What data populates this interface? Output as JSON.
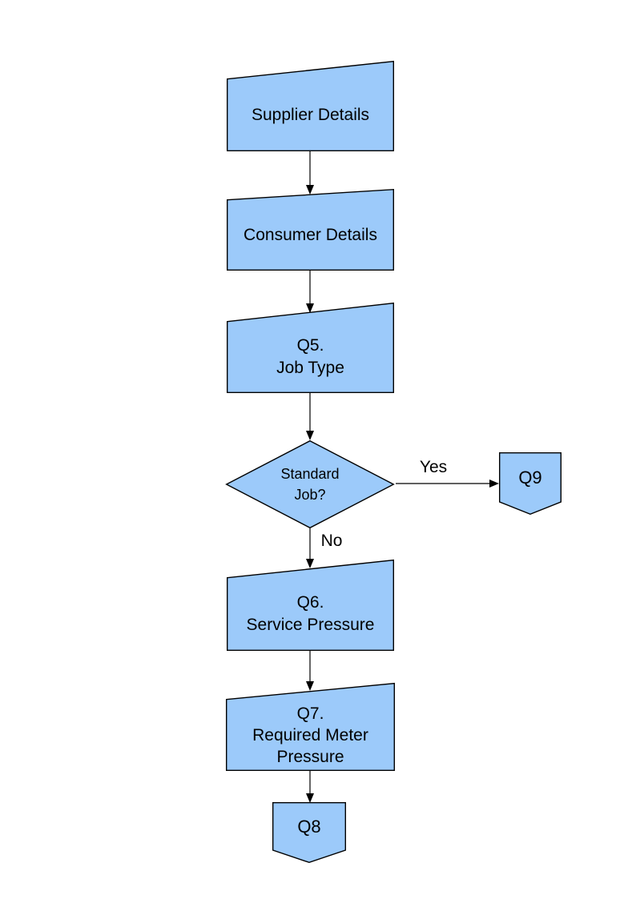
{
  "diagram": {
    "type": "flowchart",
    "background": "#ffffff"
  },
  "colors": {
    "node_fill": "#9CCAFA",
    "node_border": "#000000",
    "edge_color": "#000000",
    "text_color": "#000000"
  },
  "nodes": {
    "supplier": {
      "label": "Supplier Details",
      "shape": "manual-input"
    },
    "consumer": {
      "label": "Consumer Details",
      "shape": "manual-input"
    },
    "q5": {
      "label": "Q5.\nJob Type",
      "shape": "manual-input"
    },
    "decision": {
      "label": "Standard\nJob?",
      "shape": "decision-diamond"
    },
    "q9": {
      "label": "Q9",
      "shape": "off-page-connector"
    },
    "q6": {
      "label": "Q6.\nService Pressure",
      "shape": "manual-input"
    },
    "q7": {
      "label": "Q7.\nRequired Meter\nPressure",
      "shape": "manual-input"
    },
    "q8": {
      "label": "Q8",
      "shape": "off-page-connector"
    }
  },
  "edges": [
    {
      "from": "supplier",
      "to": "consumer",
      "label": ""
    },
    {
      "from": "consumer",
      "to": "q5",
      "label": ""
    },
    {
      "from": "q5",
      "to": "decision",
      "label": ""
    },
    {
      "from": "decision",
      "to": "q9",
      "label": "Yes"
    },
    {
      "from": "decision",
      "to": "q6",
      "label": "No"
    },
    {
      "from": "q6",
      "to": "q7",
      "label": ""
    },
    {
      "from": "q7",
      "to": "q8",
      "label": ""
    }
  ]
}
